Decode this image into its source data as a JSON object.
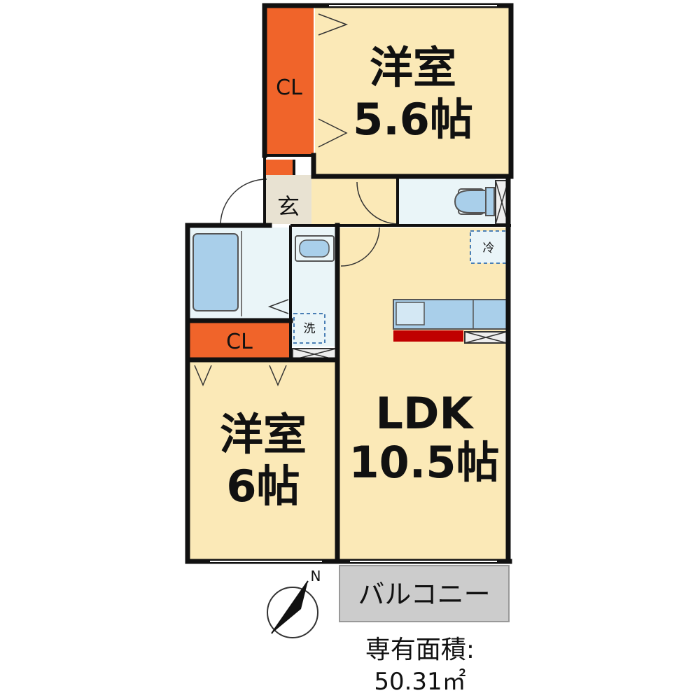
{
  "rooms": {
    "west_room_top": {
      "name": "洋室",
      "size": "5.6帖"
    },
    "west_room_bottom": {
      "name": "洋室",
      "size": "6帖"
    },
    "ldk": {
      "name": "LDK",
      "size": "10.5帖"
    },
    "closet_top": "CL",
    "closet_bottom": "CL",
    "entrance": "玄",
    "balcony": "バルコニー",
    "fridge": "冷",
    "washer": "洗"
  },
  "compass": {
    "north": "N"
  },
  "area": {
    "label": "専有面積:",
    "value": "50.31㎡"
  },
  "colors": {
    "room_fill": "#fbe9b7",
    "closet_fill": "#f0642a",
    "wet_fill": "#eaf5f8",
    "fixture_fill": "#a9cfea",
    "wall": "#111111",
    "balcony_fill": "#cccccc",
    "counter_red": "#c00000"
  }
}
